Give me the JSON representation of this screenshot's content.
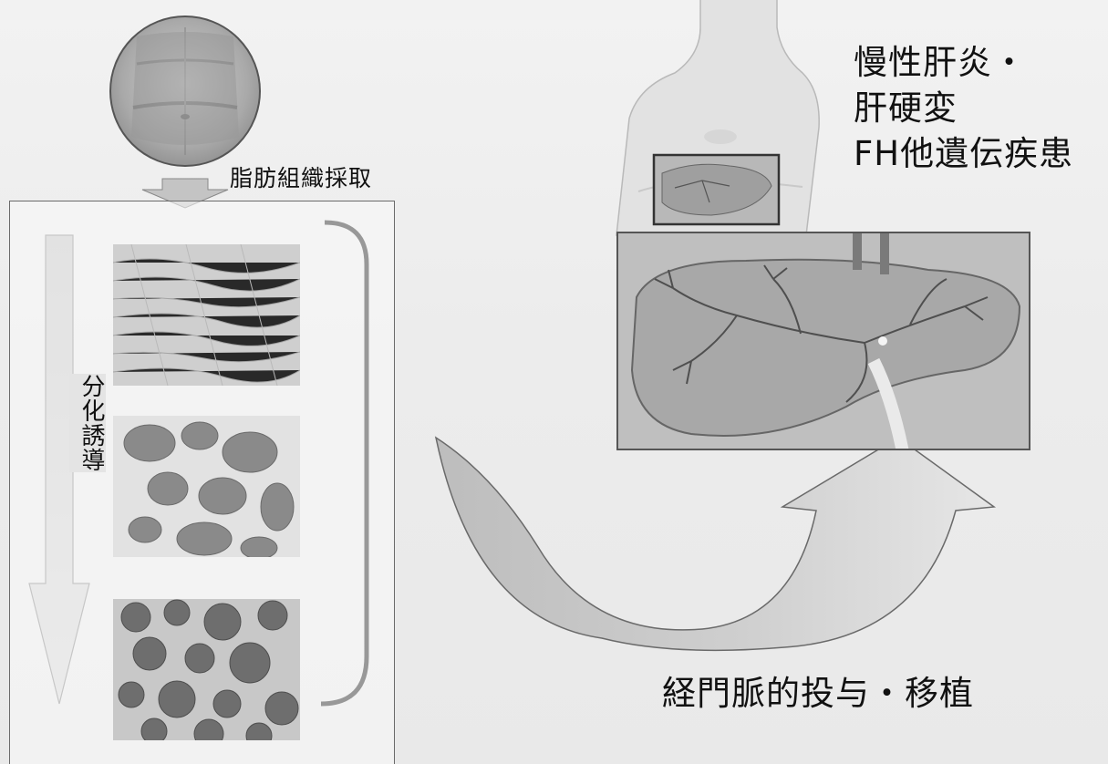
{
  "labels": {
    "fat_harvest": "脂肪組織採取",
    "differentiation": "分化誘導",
    "disease_lines": [
      "慢性肝炎・",
      "肝硬変",
      "FH他遺伝疾患"
    ],
    "route": "経門脈的投与・移植"
  },
  "figures": {
    "abdomen": "abdomen-photo",
    "torso": "torso-illustration",
    "liver": "liver-vasculature-illustration",
    "micrographs": [
      "fibroblast-culture-micrograph",
      "cluster-micrograph",
      "spheroid-micrograph"
    ]
  },
  "colors": {
    "arrow_fill": "#c9c9c9",
    "bracket": "#222222",
    "outline": "#555555"
  }
}
